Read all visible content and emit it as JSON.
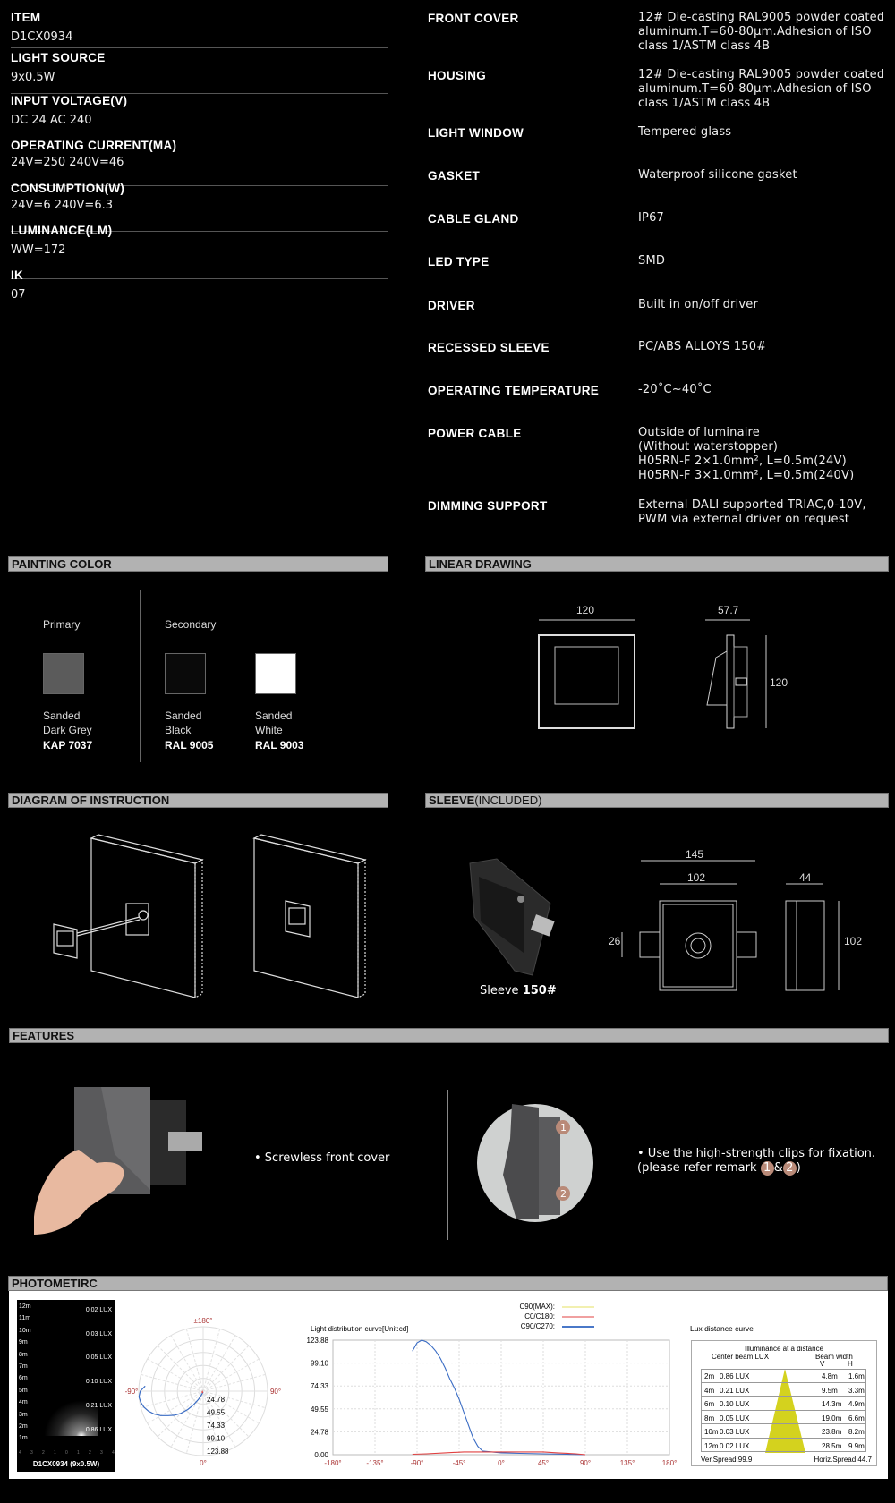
{
  "specs_left": [
    {
      "label": "ITEM",
      "value": "D1CX0934"
    },
    {
      "label": "LIGHT SOURCE",
      "value": "9x0.5W"
    },
    {
      "label": "INPUT VOLTAGE(V)",
      "value": "DC 24  AC 240"
    },
    {
      "label": "OPERATING CURRENT(MA)",
      "value": "24V=250   240V=46"
    },
    {
      "label": "CONSUMPTION(W)",
      "value": "24V=6       240V=6.3"
    },
    {
      "label": "LUMINANCE(LM)",
      "value": "WW=172"
    },
    {
      "label": "IK",
      "value": "07"
    }
  ],
  "specs_right": [
    {
      "label": "FRONT COVER",
      "value": "12# Die-casting RAL9005 powder coated aluminum.T=60-80μm.Adhesion of ISO class 1/ASTM class 4B"
    },
    {
      "label": "HOUSING",
      "value": "12# Die-casting RAL9005 powder coated aluminum.T=60-80μm.Adhesion of ISO class 1/ASTM class 4B"
    },
    {
      "label": "LIGHT WINDOW",
      "value": "Tempered glass"
    },
    {
      "label": "GASKET",
      "value": "Waterproof silicone gasket"
    },
    {
      "label": "CABLE GLAND",
      "value": "IP67"
    },
    {
      "label": "LED TYPE",
      "value": "SMD"
    },
    {
      "label": "DRIVER",
      "value": "Built in on/off driver"
    },
    {
      "label": "RECESSED SLEEVE",
      "value": "PC/ABS ALLOYS 150#"
    },
    {
      "label": "OPERATING TEMPERATURE",
      "value": "-20˚C~40˚C"
    },
    {
      "label": "POWER CABLE",
      "value": "Outside of luminaire\n(Without waterstopper)\nH05RN-F 2×1.0mm², L=0.5m(24V)\nH05RN-F 3×1.0mm², L=0.5m(240V)"
    },
    {
      "label": "DIMMING SUPPORT",
      "value": "External DALI supported TRIAC,0-10V,\nPWM via external driver on request"
    }
  ],
  "sections": {
    "painting": "PAINTING COLOR",
    "linear": "LINEAR DRAWING",
    "diagram": "DIAGRAM OF INSTRUCTION",
    "sleeve": "SLEEVE",
    "sleeve_note": "(INCLUDED)",
    "features": "FEATURES",
    "photometric": "PHOTOMETIRC"
  },
  "painting": {
    "primary_label": "Primary",
    "secondary_label": "Secondary",
    "colors": [
      {
        "line1": "Sanded",
        "line2": "Dark Grey",
        "code": "KAP 7037",
        "hex": "#5b5b5b"
      },
      {
        "line1": "Sanded",
        "line2": "Black",
        "code": "RAL 9005",
        "hex": "#0a0a0a"
      },
      {
        "line1": "Sanded",
        "line2": "White",
        "code": "RAL 9003",
        "hex": "#ffffff"
      }
    ]
  },
  "linear": {
    "front_width": "120",
    "side_depth": "57.7",
    "side_height": "120"
  },
  "sleeve": {
    "caption": "Sleeve ",
    "caption_bold": "150#",
    "dim_total": "145",
    "dim_inner": "102",
    "dim_depth": "44",
    "dim_tab": "26",
    "dim_height": "102"
  },
  "features": {
    "left": "• Screwless front cover",
    "right_line1": "• Use the high-strength clips for fixation.",
    "right_line2_a": "(please refer remark ",
    "badge1": "1",
    "amp": "&",
    "badge2": "2",
    "right_line2_b": ")",
    "badge_color": "#b98a78"
  },
  "photometric": {
    "lux_image": {
      "distances": [
        "12m",
        "11m",
        "10m",
        "9m",
        "8m",
        "7m",
        "6m",
        "5m",
        "4m",
        "3m",
        "2m",
        "1m"
      ],
      "lux": [
        "0.02 LUX",
        "0.03 LUX",
        "0.05 LUX",
        "0.10 LUX",
        "0.21 LUX",
        "0.86 LUX"
      ],
      "axis": [
        "4",
        "3",
        "2",
        "1",
        "0",
        "1",
        "2",
        "3",
        "4"
      ],
      "caption": "D1CX0934 (9x0.5W)"
    },
    "polar": {
      "top": "±180°",
      "left": "-90°",
      "right": "90°",
      "bottom": "0°",
      "rings": [
        "24.78",
        "49.55",
        "74.33",
        "99.10",
        "123.88"
      ]
    },
    "legend": [
      {
        "name": "C90(MAX):",
        "color": "#f2f0b0"
      },
      {
        "name": "C0/C180:",
        "color": "#f0a0a0"
      },
      {
        "name": "C90/C270:",
        "color": "#4a78c8"
      }
    ],
    "lux_curve_title": "Lux distance curve",
    "lux_table": {
      "title": "Illuminance at a distance",
      "col_center": "Center beam LUX",
      "col_beam": "Beam width",
      "v": "V",
      "h": "H",
      "rows": [
        [
          "2m",
          "0.86 LUX",
          "4.8m",
          "1.6m"
        ],
        [
          "4m",
          "0.21 LUX",
          "9.5m",
          "3.3m"
        ],
        [
          "6m",
          "0.10 LUX",
          "14.3m",
          "4.9m"
        ],
        [
          "8m",
          "0.05 LUX",
          "19.0m",
          "6.6m"
        ],
        [
          "10m",
          "0.03 LUX",
          "23.8m",
          "8.2m"
        ],
        [
          "12m",
          "0.02 LUX",
          "28.5m",
          "9.9m"
        ]
      ],
      "ver_spread": "Ver.Spread:99.9",
      "horiz_spread": "Horiz.Spread:44.7"
    }
  },
  "chart_data": {
    "type": "line",
    "title": "Light distribution curve[Unit:cd]",
    "xlim": [
      -180,
      180
    ],
    "ylim": [
      0,
      123.88
    ],
    "x_ticks": [
      "-180°",
      "-135°",
      "-90°",
      "-45°",
      "0°",
      "45°",
      "90°",
      "135°",
      "180°"
    ],
    "y_ticks": [
      "123.88",
      "99.10",
      "74.33",
      "49.55",
      "24.78",
      "0.00"
    ],
    "series": [
      {
        "name": "C90/C270",
        "color": "#3a6cc4",
        "x": [
          -95,
          -90,
          -85,
          -80,
          -75,
          -70,
          -65,
          -60,
          -55,
          -50,
          -45,
          -40,
          -35,
          -30,
          -25,
          -20,
          -10,
          0,
          20,
          45,
          70,
          90
        ],
        "y": [
          112,
          121,
          123.9,
          122,
          118,
          112,
          104,
          94,
          82,
          72,
          60,
          46,
          32,
          18,
          9,
          4,
          3,
          2,
          1.5,
          1,
          0.5,
          0
        ]
      },
      {
        "name": "C0/C180",
        "color": "#e04040",
        "x": [
          -95,
          -80,
          -60,
          -40,
          -20,
          0,
          20,
          45,
          60,
          80,
          90
        ],
        "y": [
          0.5,
          1,
          2,
          3,
          3,
          3,
          3,
          3,
          2,
          1,
          0
        ]
      }
    ]
  }
}
